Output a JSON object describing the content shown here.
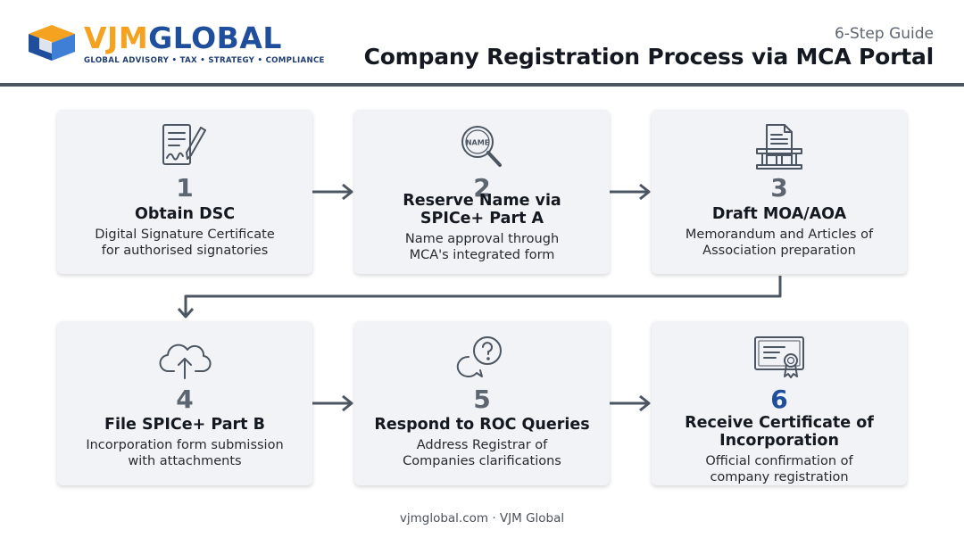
{
  "brand": {
    "name_part1": "VJM",
    "name_part2": "GLOBAL",
    "tagline": "GLOBAL ADVISORY • TAX • STRATEGY • COMPLIANCE"
  },
  "header": {
    "subtitle": "6-Step Guide",
    "title": "Company Registration Process via MCA Portal"
  },
  "steps": [
    {
      "number": "1",
      "title_lines": [
        "Obtain DSC",
        ""
      ],
      "desc_lines": [
        "Digital Signature Certificate",
        "for authorised signatories"
      ],
      "icon": "signed-document-icon"
    },
    {
      "number": "2",
      "title_lines": [
        "Reserve Name via",
        "SPICe+ Part A"
      ],
      "desc_lines": [
        "Name approval through",
        "MCA's integrated form"
      ],
      "icon": "name-search-icon",
      "icon_text": "NAME"
    },
    {
      "number": "3",
      "title_lines": [
        "Draft MOA/AOA",
        ""
      ],
      "desc_lines": [
        "Memorandum and Articles of",
        "Association preparation"
      ],
      "icon": "legal-document-pillars-icon"
    },
    {
      "number": "4",
      "title_lines": [
        "File SPICe+ Part B",
        ""
      ],
      "desc_lines": [
        "Incorporation form submission",
        "with attachments"
      ],
      "icon": "cloud-upload-icon"
    },
    {
      "number": "5",
      "title_lines": [
        "Respond to ROC Queries",
        ""
      ],
      "desc_lines": [
        "Address Registrar of",
        "Companies clarifications"
      ],
      "icon": "question-chat-icon"
    },
    {
      "number": "6",
      "title_lines": [
        "Receive Certificate of",
        "Incorporation"
      ],
      "desc_lines": [
        "Official confirmation of",
        "company registration"
      ],
      "icon": "certificate-icon"
    }
  ],
  "footer": {
    "text": "vjmglobal.com · VJM Global"
  },
  "colors": {
    "accent": "#1f4e9c",
    "gold": "#f4a21f",
    "arrow": "#4c5663",
    "card": "#f1f3f6"
  }
}
